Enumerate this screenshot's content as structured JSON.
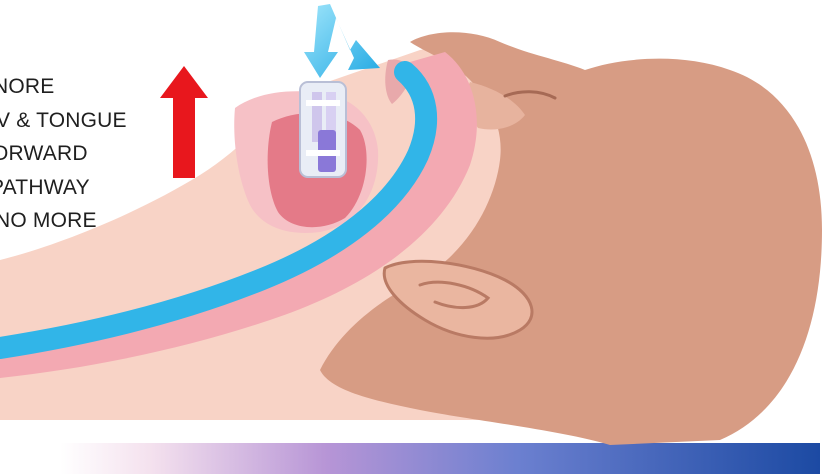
{
  "caption_lines": [
    "NORE",
    "V & TONGUE",
    "ORWARD",
    "PATHWAY",
    "NO MORE"
  ],
  "colors": {
    "skin": "#d69a82",
    "skin_light": "#f6c8bb",
    "tissue_pink": "#f2a4ad",
    "tissue_dark": "#e07b86",
    "airway_blue": "#34b8ea",
    "arrow_red": "#e8171d",
    "airflow_blue": "#3ec3f0",
    "mattress_start": "#f2e3f1",
    "mattress_end": "#1d4fa8"
  },
  "icons": [
    "up-arrow-red-icon",
    "airflow-arrow-icon",
    "oral-appliance-icon"
  ]
}
